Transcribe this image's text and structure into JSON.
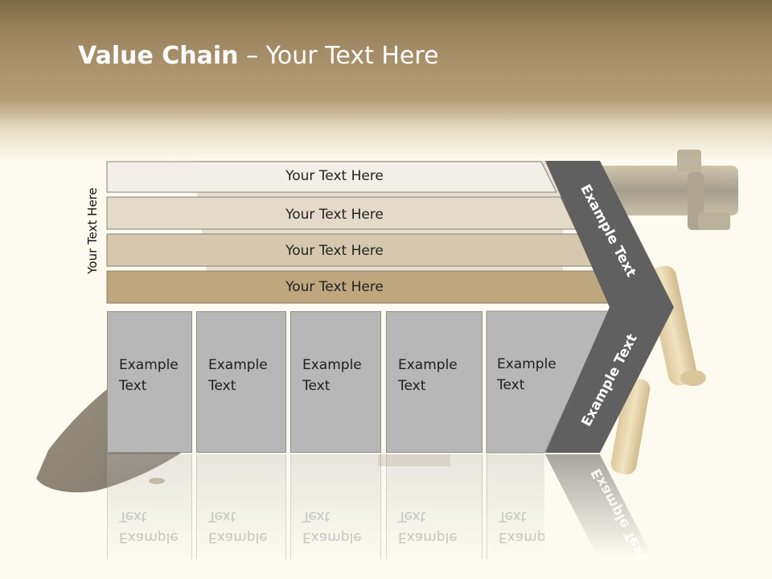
{
  "title": {
    "bold": "Value Chain",
    "rest": " – Your Text Here"
  },
  "side_label": "Your Text Here",
  "rows": [
    {
      "label": "Your Text Here",
      "color": "#f2efe9"
    },
    {
      "label": "Your Text Here",
      "color": "#e4dac9"
    },
    {
      "label": "Your Text Here",
      "color": "#d6c8ae"
    },
    {
      "label": "Your Text Here",
      "color": "#bea67e"
    }
  ],
  "activities": [
    {
      "line1": "Example",
      "line2": "Text"
    },
    {
      "line1": "Example",
      "line2": "Text"
    },
    {
      "line1": "Example",
      "line2": "Text"
    },
    {
      "line1": "Example",
      "line2": "Text"
    },
    {
      "line1": "Example",
      "line2": "Text"
    }
  ],
  "arrow": {
    "upper_text": "Example Text",
    "lower_text": "Example Text",
    "color": "#606060"
  }
}
